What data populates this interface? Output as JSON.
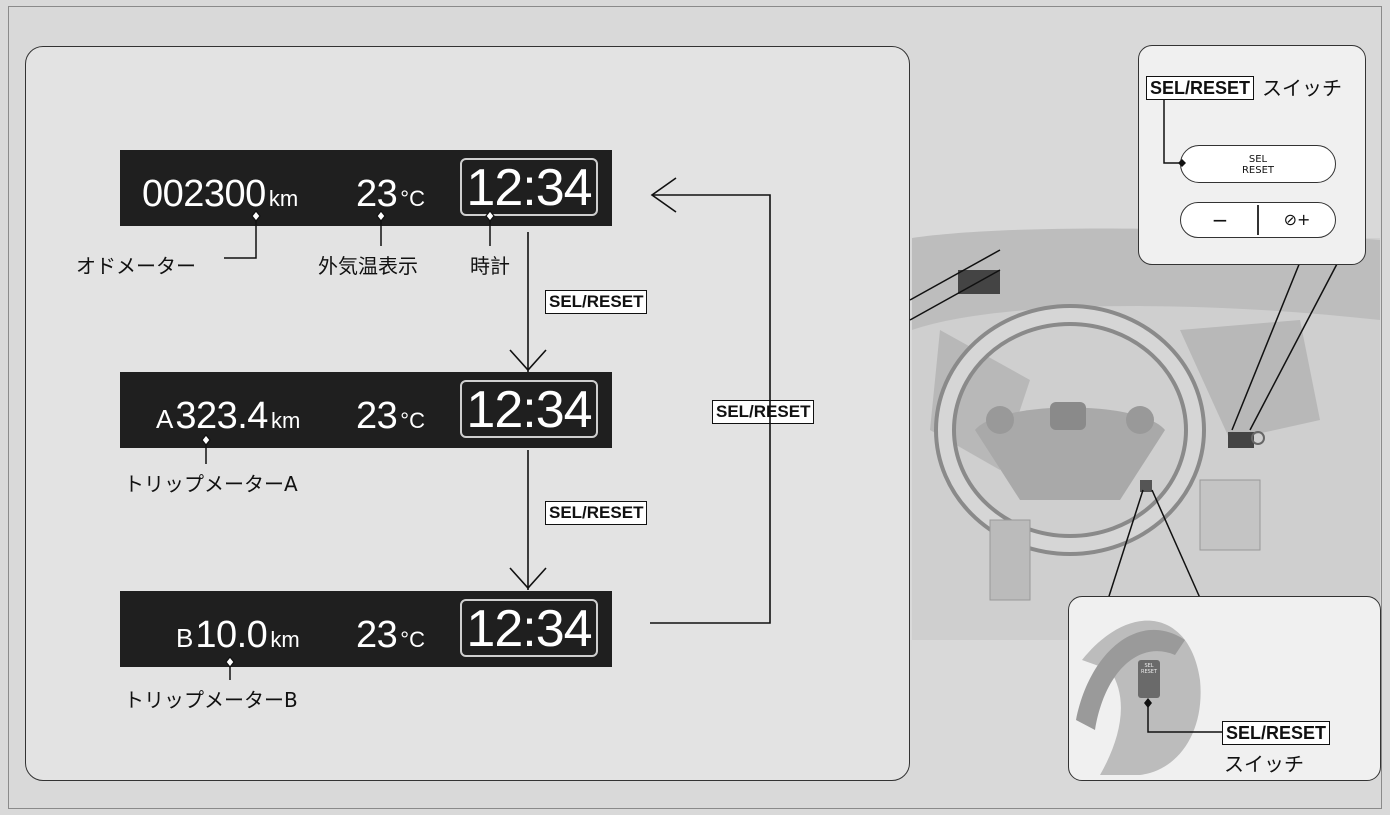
{
  "displays": [
    {
      "prefix": "",
      "value": "002300",
      "unit": "km",
      "temp": "23",
      "temp_unit": "°C",
      "clock": "12:34",
      "label": "オドメーター",
      "temp_label": "外気温表示",
      "clock_label": "時計"
    },
    {
      "prefix": "A",
      "value": "323.4",
      "unit": "km",
      "temp": "23",
      "temp_unit": "°C",
      "clock": "12:34",
      "label": "トリップメーターA"
    },
    {
      "prefix": "B",
      "value": "10.0",
      "unit": "km",
      "temp": "23",
      "temp_unit": "°C",
      "clock": "12:34",
      "label": "トリップメーターB"
    }
  ],
  "flow_labels": [
    "SEL/RESET",
    "SEL/RESET",
    "SEL/RESET"
  ],
  "switch_inset": {
    "tag": "SEL/RESET",
    "suffix": "スイッチ",
    "button_line1": "SEL",
    "button_line2": "RESET",
    "minus": "−",
    "plus": "⊘+"
  },
  "wheel_inset": {
    "tag": "SEL/RESET",
    "suffix": "スイッチ",
    "mini_line1": "SEL",
    "mini_line2": "RESET"
  },
  "colors": {
    "display_bg": "#1f1f1f",
    "panel_bg": "#e3e3e3",
    "page_bg": "#d9d9d9"
  }
}
